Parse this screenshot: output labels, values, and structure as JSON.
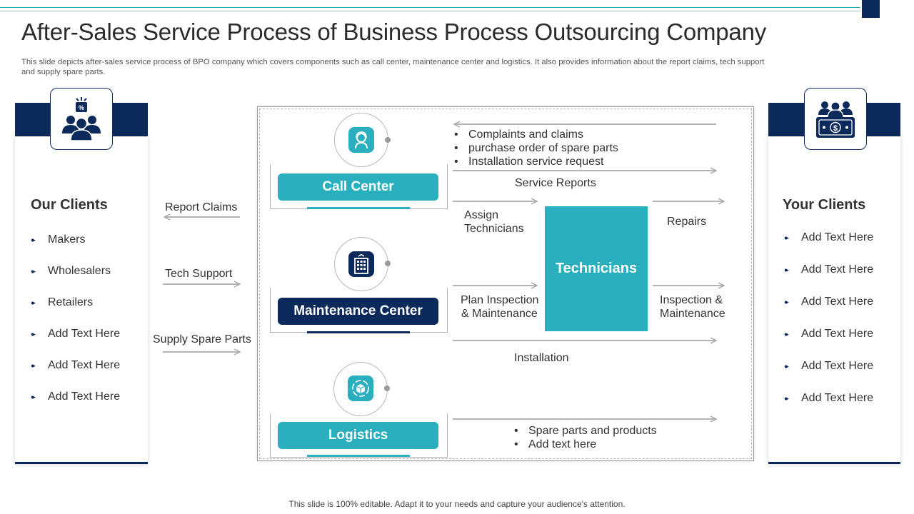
{
  "title": "After-Sales Service Process of Business Process Outsourcing Company",
  "subtitle": "This slide depicts after-sales service process of BPO company which covers components such as call center, maintenance center and logistics. It also provides information about the report claims, tech support and supply spare parts.",
  "left_panel": {
    "title": "Our Clients",
    "icon": "clients-group-icon",
    "items": [
      "Makers",
      "Wholesalers",
      "Retailers",
      "Add Text Here",
      "Add Text Here",
      "Add Text Here"
    ]
  },
  "right_panel": {
    "title": "Your Clients",
    "icon": "clients-money-icon",
    "items": [
      "Add Text Here",
      "Add Text Here",
      "Add Text Here",
      "Add Text Here",
      "Add Text Here",
      "Add Text Here"
    ]
  },
  "flows_left": {
    "report_claims": "Report Claims",
    "tech_support": "Tech Support",
    "supply_spare_parts": "Supply Spare Parts"
  },
  "nodes": {
    "call_center": "Call Center",
    "maintenance_center": "Maintenance Center",
    "logistics": "Logistics",
    "technicians": "Technicians"
  },
  "call_center_list": [
    "Complaints and claims",
    "purchase order of spare parts",
    "Installation  service request"
  ],
  "logistics_list": [
    "Spare parts and products",
    "Add text here"
  ],
  "flows_center": {
    "service_reports": "Service Reports",
    "assign_technicians_1": "Assign",
    "assign_technicians_2": "Technicians",
    "repairs": "Repairs",
    "plan_inspection_1": "Plan Inspection",
    "plan_inspection_2": "& Maintenance",
    "inspection_1": "Inspection &",
    "inspection_2": "Maintenance",
    "installation": "Installation"
  },
  "footer": "This slide is 100% editable. Adapt it to your needs and capture your audience's attention.",
  "colors": {
    "navy": "#0b2a5b",
    "teal": "#2aafbf"
  }
}
